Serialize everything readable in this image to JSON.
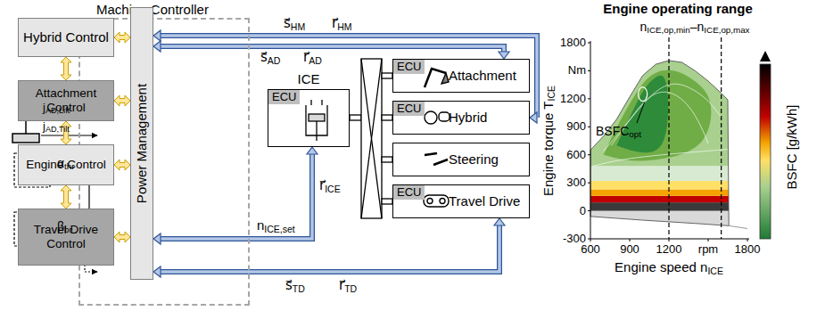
{
  "diagram": {
    "nodes": [
      {
        "text": [
          "Machine Controller",
          "ECU"
        ]
      },
      {
        "text": [
          "Hybrid Control"
        ],
        "in": 0
      },
      {
        "text": [
          "Attachment Control"
        ],
        "in": 0
      },
      {
        "text": [
          "Engine Control"
        ],
        "in": 0
      },
      {
        "text": [
          "Travel Drive Control"
        ],
        "in": 0
      },
      {
        "text": [
          "Power Management"
        ],
        "in": 0
      },
      {
        "text": [
          "ICE",
          "ECU"
        ]
      },
      {
        "text": [
          "ECU",
          "Attachment"
        ]
      },
      {
        "text": [
          "ECU",
          "Hybrid"
        ]
      },
      {
        "text": [
          "Steering"
        ]
      },
      {
        "text": [
          "ECU",
          "Travel Drive"
        ]
      }
    ],
    "edges": [
      {
        "from": 1,
        "to": 5,
        "arrow": "both"
      },
      {
        "from": 2,
        "to": 5,
        "arrow": "both"
      },
      {
        "from": 3,
        "to": 5,
        "arrow": "both"
      },
      {
        "from": 4,
        "to": 5,
        "arrow": "both"
      },
      {
        "from": 1,
        "to": 2,
        "arrow": "both"
      },
      {
        "from": 2,
        "to": 3,
        "arrow": "both"
      },
      {
        "from": 3,
        "to": 4,
        "arrow": "both"
      },
      {
        "from": 5,
        "to": 8,
        "arrow": "both"
      },
      {
        "from": 5,
        "to": 7,
        "arrow": "both"
      },
      {
        "from": 5,
        "to": 6,
        "arrow": "both"
      },
      {
        "from": 5,
        "to": 10,
        "arrow": "both"
      }
    ],
    "labels": [
      "s⃗HM",
      "r⃗HM",
      "s⃗AD",
      "r⃗AD",
      "nICE,set",
      "r⃗ICE",
      "s⃗TD",
      "r⃗TD",
      "jAD,Lift",
      "jAD,Tilt",
      "αthr",
      "βbr",
      "Engine operating range",
      "1800",
      "Nm",
      "1200",
      "900",
      "600",
      "300",
      "0",
      "-300",
      "600",
      "900",
      "1200",
      "rpm",
      "1800",
      "Engine speed nICE",
      "Engine torque TICE",
      "nICE,op,min–nICE,op,max",
      "BSFCopt",
      "BSFC [g/kWh]"
    ]
  }
}
